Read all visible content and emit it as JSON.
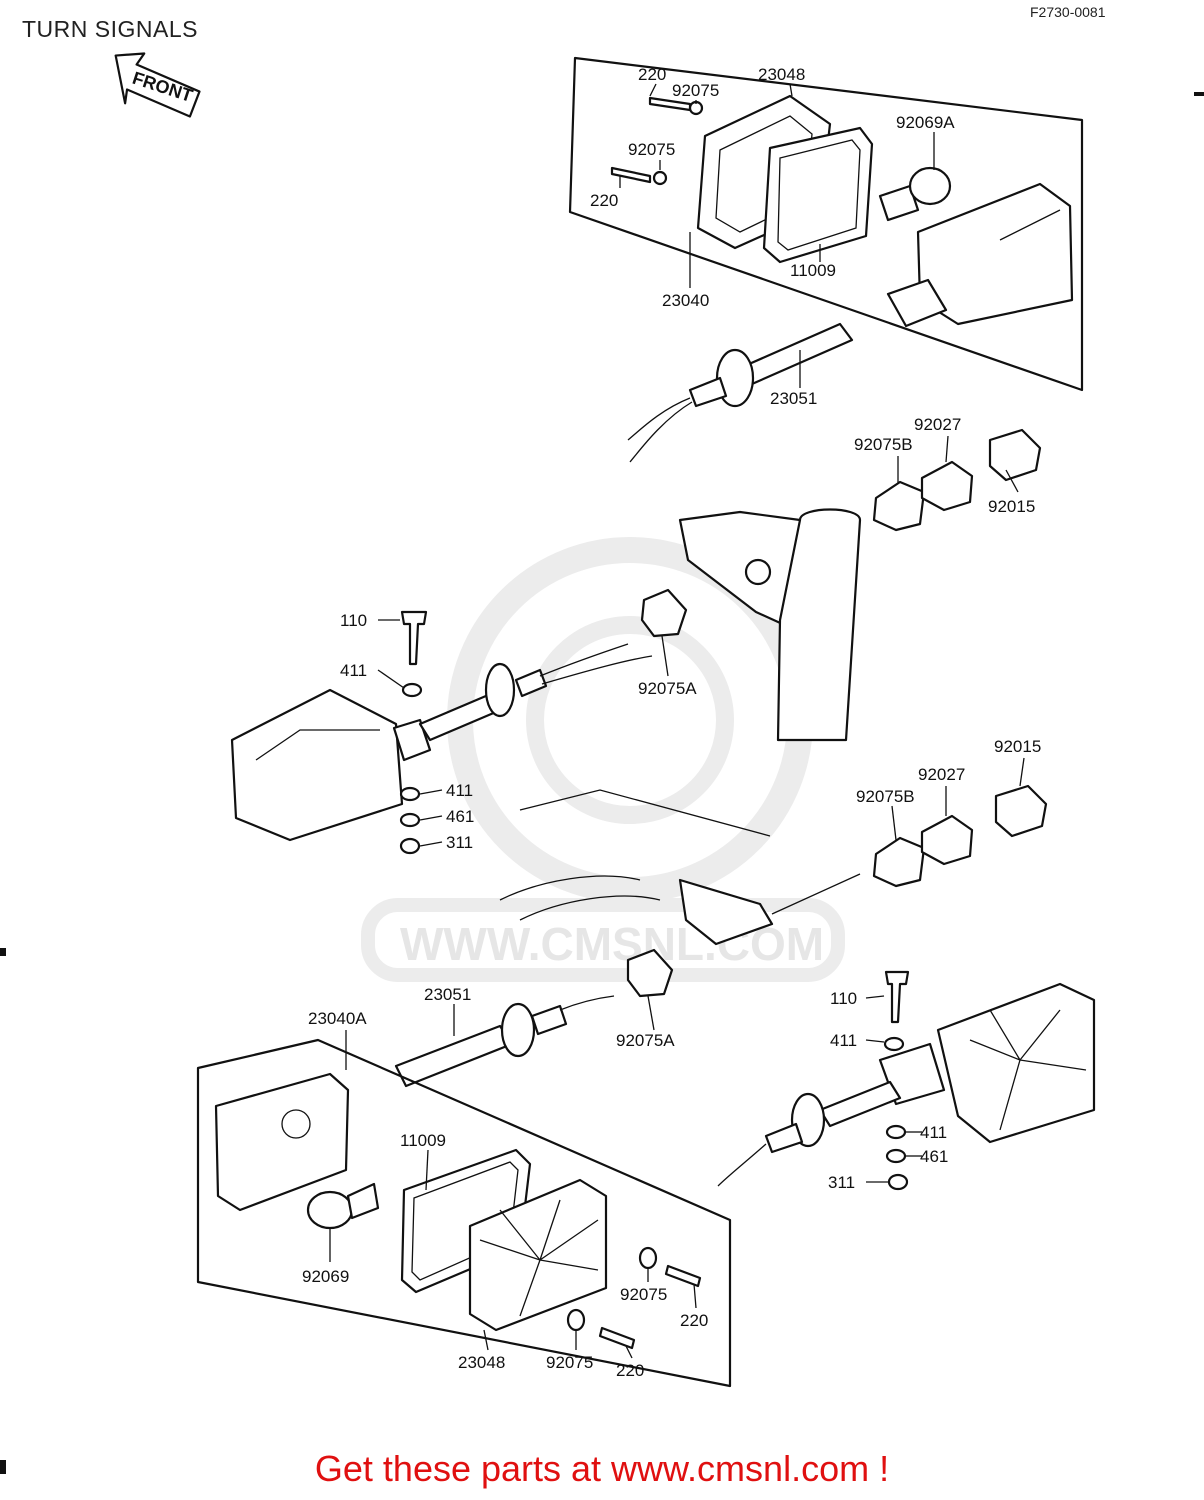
{
  "header": {
    "title": "TURN SIGNALS",
    "drawing_code": "F2730-0081",
    "front_label": "FRONT"
  },
  "watermark": {
    "text": "WWW.CMSNL.COM"
  },
  "callouts": {
    "c220_a": "220",
    "c92075_a": "92075",
    "c23048_a": "23048",
    "c92075_b": "92075",
    "c220_b": "220",
    "c92069A": "92069A",
    "c11009_a": "11009",
    "c23040": "23040",
    "c23051_a": "23051",
    "c92027_a": "92027",
    "c92075B_a": "92075B",
    "c92015_a": "92015",
    "c110_a": "110",
    "c411_a": "411",
    "c92075A_a": "92075A",
    "c411_b": "411",
    "c461_a": "461",
    "c311_a": "311",
    "c92015_b": "92015",
    "c92027_b": "92027",
    "c92075B_b": "92075B",
    "c23051_b": "23051",
    "c23040A": "23040A",
    "c110_b": "110",
    "c411_c": "411",
    "c92075A_b": "92075A",
    "c11009_b": "11009",
    "c411_d": "411",
    "c461_b": "461",
    "c311_b": "311",
    "c92069": "92069",
    "c92075_c": "92075",
    "c220_c": "220",
    "c23048_b": "23048",
    "c92075_d": "92075",
    "c220_d": "220"
  },
  "footer": {
    "text": "Get these parts at www.cmsnl.com !"
  },
  "colors": {
    "footer_text": "#e01010",
    "line": "#111111",
    "watermark": "#e6e6e6"
  }
}
